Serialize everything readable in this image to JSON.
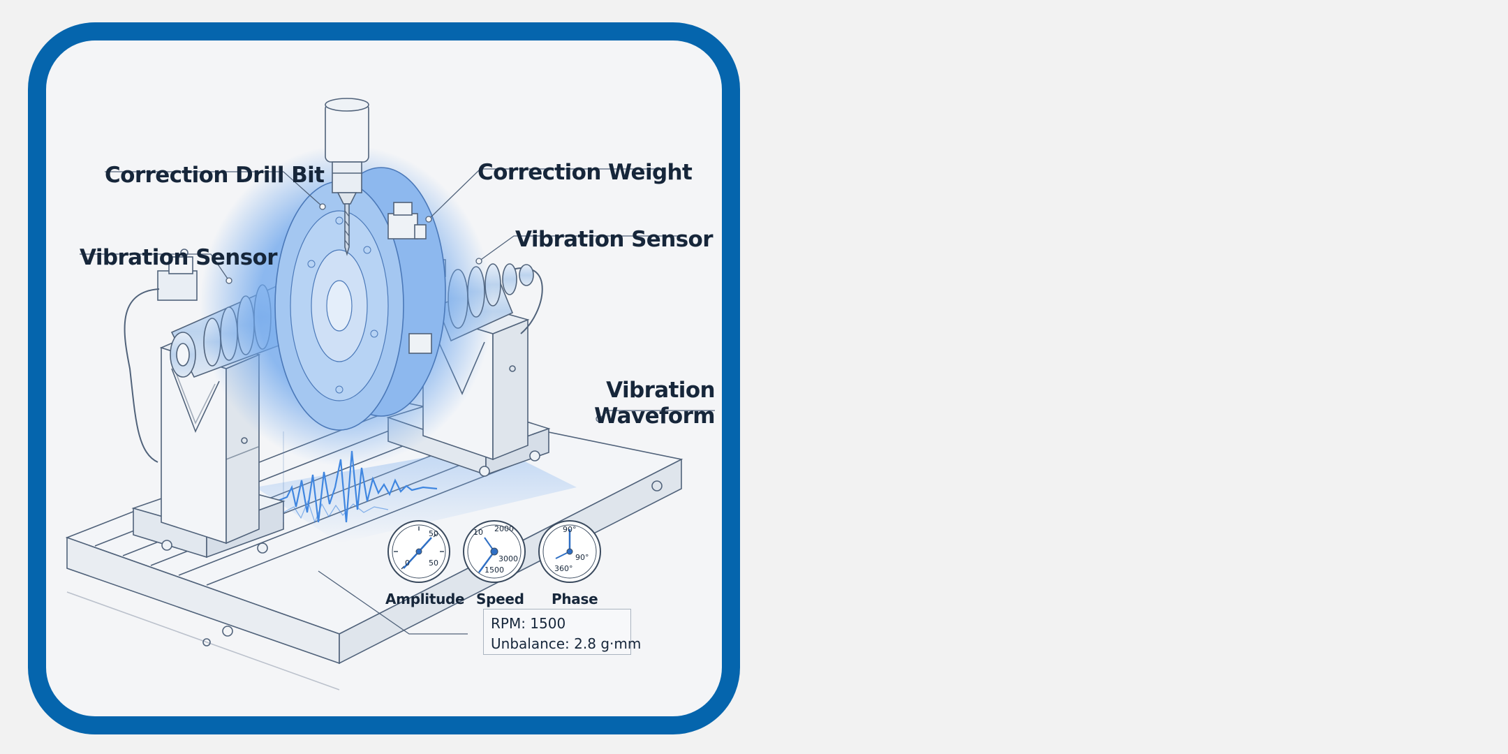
{
  "labels": {
    "correction_drill_bit": "Correction Drill Bit",
    "correction_weight": "Correction Weight",
    "vibration_sensor_left": "Vibration Sensor",
    "vibration_sensor_right": "Vibration Sensor",
    "vibration_waveform_line1": "Vibration",
    "vibration_waveform_line2": "Waveform"
  },
  "gauges": {
    "amplitude": {
      "label": "Amplitude",
      "ticks": [
        "50",
        "50",
        "0"
      ]
    },
    "speed": {
      "label": "Speed",
      "ticks": [
        "10",
        "2000",
        "3000",
        "1500"
      ]
    },
    "phase": {
      "label": "Phase",
      "ticks": [
        "90°",
        "90°",
        "360°"
      ]
    }
  },
  "readout": {
    "rpm": "RPM: 1500",
    "unbalance": "Unbalance: 2.8 g·mm"
  },
  "colors": {
    "frame": "#0565ad",
    "accent_blue": "#5b9be6",
    "ink": "#16263a",
    "line": "#50627a"
  }
}
